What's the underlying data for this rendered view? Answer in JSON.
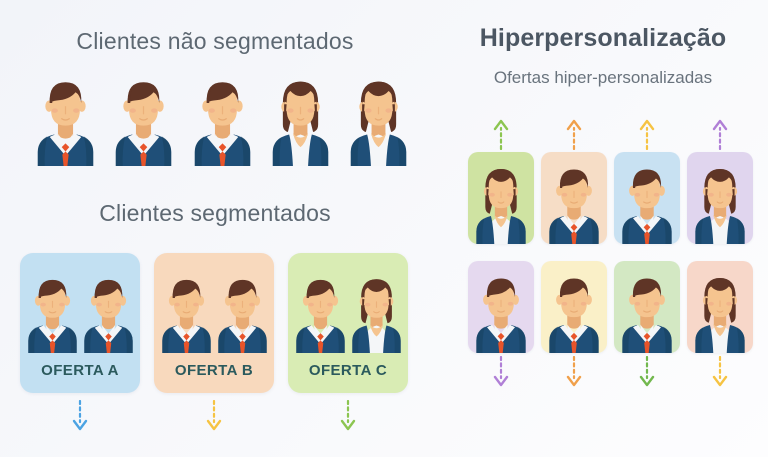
{
  "palette": {
    "background_top_left": "#f2f4f9",
    "background_bottom_right": "#fdfdfe",
    "heading_light": "#5d6872",
    "heading_bold": "#4c5763",
    "offer_label": "#2b5a5d",
    "suit_navy": "#1f4f78",
    "suit_navy_dark": "#16425f",
    "tie_red": "#e8542a",
    "shirt_white": "#f4f6f8",
    "skin": "#f5c48f",
    "skin_shadow": "#e8ab74",
    "hair_brown": "#5f3526",
    "cheek": "#eea787"
  },
  "left_column": {
    "unsegmented": {
      "title": "Clientes não segmentados",
      "people": [
        {
          "name": "person-1",
          "gender": "male"
        },
        {
          "name": "person-2",
          "gender": "male"
        },
        {
          "name": "person-3",
          "gender": "male"
        },
        {
          "name": "person-4",
          "gender": "female"
        },
        {
          "name": "person-5",
          "gender": "female"
        }
      ]
    },
    "segmented": {
      "title": "Clientes segmentados",
      "cards": [
        {
          "label": "OFERTA A",
          "card_color": "#c2e0f2",
          "people": [
            "male",
            "male"
          ],
          "arrow_color": "#4ba3e3"
        },
        {
          "label": "OFERTA B",
          "card_color": "#f8d9bd",
          "people": [
            "male",
            "male"
          ],
          "arrow_color": "#f6c343"
        },
        {
          "label": "OFERTA C",
          "card_color": "#d9ecb4",
          "people": [
            "male",
            "female"
          ],
          "arrow_color": "#8cc551"
        }
      ]
    }
  },
  "right_column": {
    "title": "Hiperpersonalização",
    "subtitle": "Ofertas hiper-personalizadas",
    "top_arrows": [
      {
        "name": "arrow-up-1",
        "color": "#8cc551",
        "direction": "up"
      },
      {
        "name": "arrow-up-2",
        "color": "#f0a04b",
        "direction": "up"
      },
      {
        "name": "arrow-up-3",
        "color": "#f6c343",
        "direction": "up"
      },
      {
        "name": "arrow-up-4",
        "color": "#b07fd6",
        "direction": "up"
      }
    ],
    "cards": [
      {
        "name": "hyper-card-1",
        "card_color": "#cfe3a2",
        "gender": "female"
      },
      {
        "name": "hyper-card-2",
        "card_color": "#f6ddc6",
        "gender": "male"
      },
      {
        "name": "hyper-card-3",
        "card_color": "#c8e1f2",
        "gender": "male"
      },
      {
        "name": "hyper-card-4",
        "card_color": "#e0d5ee",
        "gender": "female"
      },
      {
        "name": "hyper-card-5",
        "card_color": "#e5d9ef",
        "gender": "male"
      },
      {
        "name": "hyper-card-6",
        "card_color": "#faf0c8",
        "gender": "male"
      },
      {
        "name": "hyper-card-7",
        "card_color": "#d3e8c3",
        "gender": "male"
      },
      {
        "name": "hyper-card-8",
        "card_color": "#f7d7c9",
        "gender": "female"
      }
    ],
    "bottom_arrows": [
      {
        "name": "arrow-down-1",
        "color": "#b07fd6",
        "direction": "down"
      },
      {
        "name": "arrow-down-2",
        "color": "#f0a04b",
        "direction": "down"
      },
      {
        "name": "arrow-down-3",
        "color": "#72b84e",
        "direction": "down"
      },
      {
        "name": "arrow-down-4",
        "color": "#f6c343",
        "direction": "down"
      }
    ]
  }
}
